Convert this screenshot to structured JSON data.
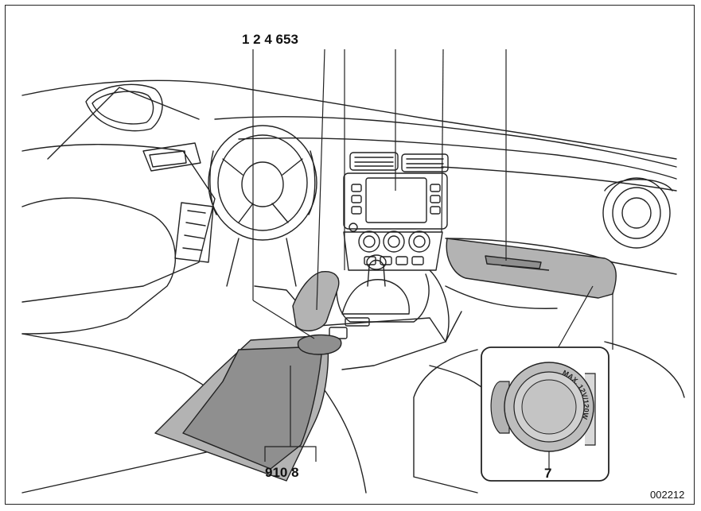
{
  "labels": {
    "top_left_group": "1 2 4 653",
    "bottom_group": "910 8",
    "socket": "7"
  },
  "figure_code": "002212",
  "socket_rim_text": "MAX. 12V/120W",
  "colors": {
    "line": "#222222",
    "shade": "#b3b3b3",
    "shade_dark": "#8f8f8f",
    "background": "#ffffff"
  }
}
